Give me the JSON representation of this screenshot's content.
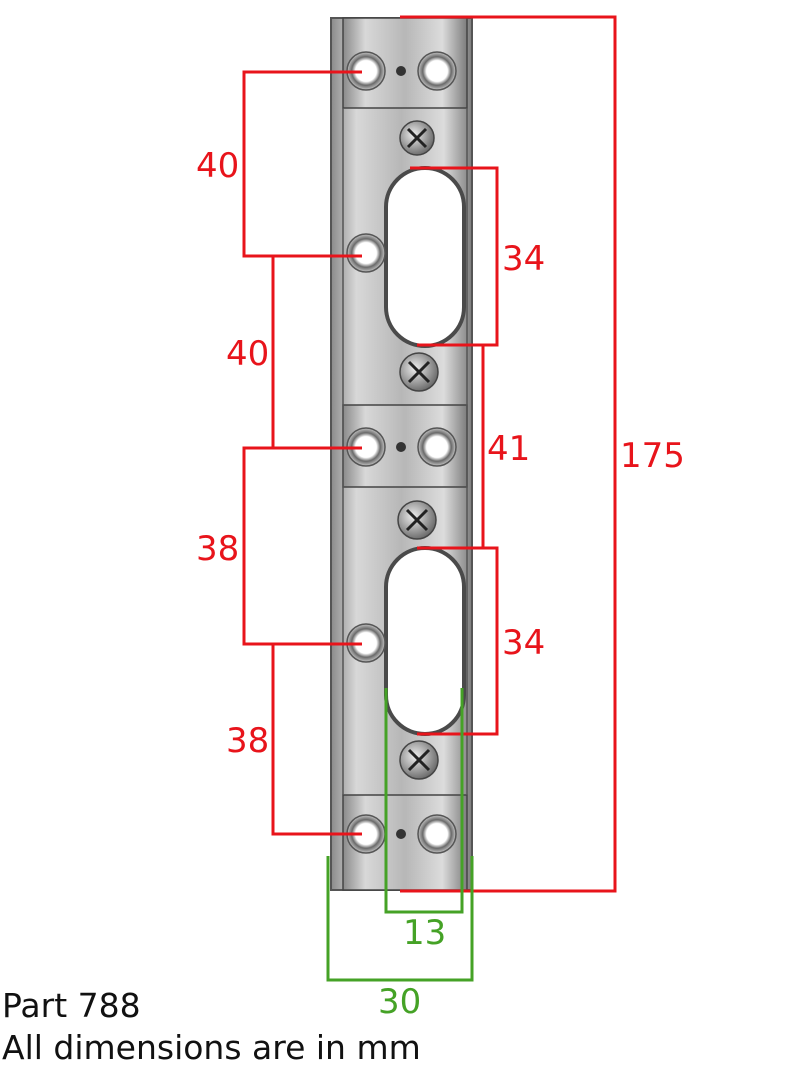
{
  "part_label": "Part 788",
  "units_note": "All dimensions are in mm",
  "dimensions": {
    "hole_spacing_1": "40",
    "hole_spacing_2": "40",
    "hole_spacing_3": "38",
    "hole_spacing_4": "38",
    "slot_upper_length": "34",
    "slot_lower_length": "34",
    "slot_spacing": "41",
    "overall_length": "175",
    "slot_width": "13",
    "plate_width": "30"
  },
  "colors": {
    "dimension_primary": "#e8141b",
    "dimension_secondary": "#45a226",
    "metal": "#c9c9c9"
  }
}
